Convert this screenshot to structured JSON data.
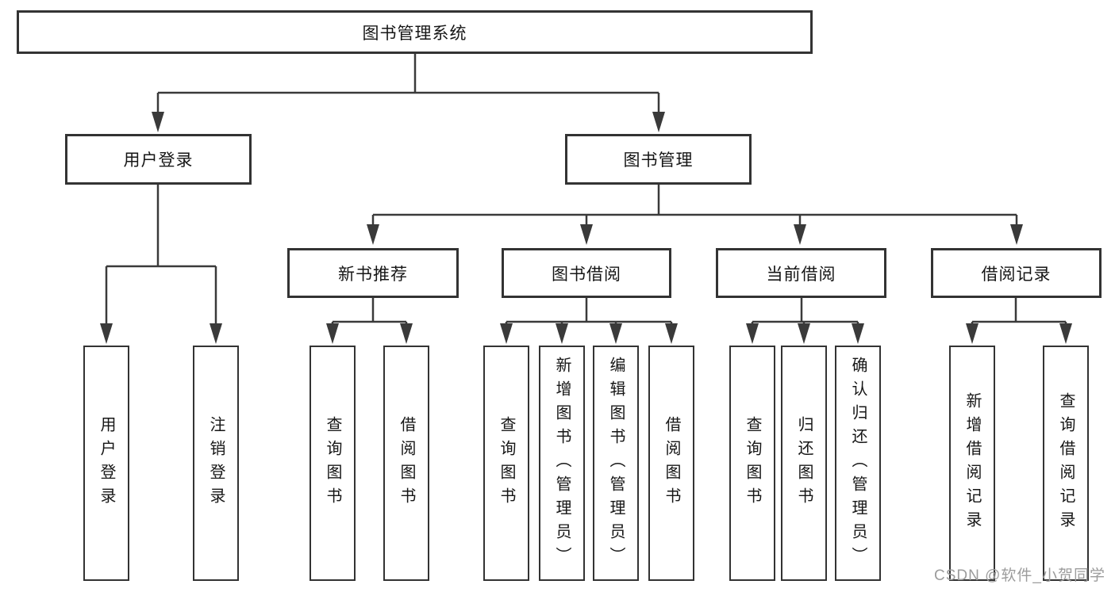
{
  "tree": {
    "label": "图书管理系统",
    "children": [
      {
        "label": "用户登录",
        "children": [
          {
            "label": "用户登录"
          },
          {
            "label": "注销登录"
          }
        ]
      },
      {
        "label": "图书管理",
        "children": [
          {
            "label": "新书推荐",
            "children": [
              {
                "label": "查询图书"
              },
              {
                "label": "借阅图书"
              }
            ]
          },
          {
            "label": "图书借阅",
            "children": [
              {
                "label": "查询图书"
              },
              {
                "label": "新增图书（管理员）"
              },
              {
                "label": "编辑图书（管理员）"
              },
              {
                "label": "借阅图书"
              }
            ]
          },
          {
            "label": "当前借阅",
            "children": [
              {
                "label": "查询图书"
              },
              {
                "label": "归还图书"
              },
              {
                "label": "确认归还（管理员）"
              }
            ]
          },
          {
            "label": "借阅记录",
            "children": [
              {
                "label": "新增借阅记录"
              },
              {
                "label": "查询借阅记录"
              }
            ]
          }
        ]
      }
    ]
  },
  "watermark": {
    "text": "CSDN @软件_小贺同学"
  },
  "colors": {
    "line": "#3a3a3a",
    "box_border": "#333333",
    "box_fill": "#ffffff",
    "text": "#161616",
    "watermark": "#9c9c9c",
    "background": "#ffffff"
  }
}
